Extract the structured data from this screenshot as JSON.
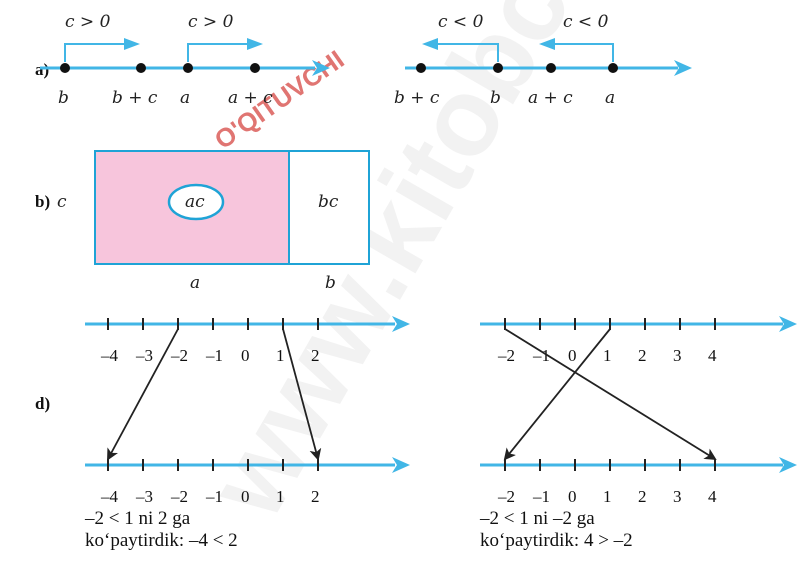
{
  "colors": {
    "axis": "#41b6e6",
    "fill": "#f7c5dc",
    "box": "#1fa3d6",
    "dot": "#111111",
    "arrow": "#222222",
    "watermark": "#e8e8e8",
    "stamp": "#d9534f"
  },
  "watermark": {
    "text": "www.kitobchi.uz"
  },
  "stamp": {
    "text": "O'QITUVCHI"
  },
  "part_a": {
    "label": "a)",
    "left": {
      "arrows": [
        {
          "label": "c > 0"
        },
        {
          "label": "c > 0"
        }
      ],
      "points": [
        {
          "label": "b"
        },
        {
          "label": "b + c"
        },
        {
          "label": "a"
        },
        {
          "label": "a + c"
        }
      ]
    },
    "right": {
      "arrows": [
        {
          "label": "c < 0"
        },
        {
          "label": "c < 0"
        }
      ],
      "points": [
        {
          "label": "b + c"
        },
        {
          "label": "b"
        },
        {
          "label": "a + c"
        },
        {
          "label": "a"
        }
      ]
    }
  },
  "part_b": {
    "label": "b)",
    "side_label": "c",
    "ac_label": "ac",
    "bc_label": "bc",
    "a_label": "a",
    "b_label": "b"
  },
  "part_d": {
    "label": "d)",
    "left": {
      "top_ticks": [
        "–4",
        "–3",
        "–2",
        "–1",
        "0",
        "1",
        "2"
      ],
      "bottom_ticks": [
        "–4",
        "–3",
        "–2",
        "–1",
        "0",
        "1",
        "2"
      ],
      "mappings": [
        {
          "from": -2,
          "to": -4
        },
        {
          "from": 1,
          "to": 2
        }
      ],
      "caption_line1": "–2 < 1 ni 2 ga",
      "caption_line2": "ko‘paytirdik: –4 < 2"
    },
    "right": {
      "top_ticks": [
        "–2",
        "–1",
        "0",
        "1",
        "2",
        "3",
        "4"
      ],
      "bottom_ticks": [
        "–2",
        "–1",
        "0",
        "1",
        "2",
        "3",
        "4"
      ],
      "mappings": [
        {
          "from": -2,
          "to": 4
        },
        {
          "from": 1,
          "to": -2
        }
      ],
      "caption_line1": "–2 < 1 ni –2 ga",
      "caption_line2": "ko‘paytirdik: 4 > –2"
    }
  }
}
